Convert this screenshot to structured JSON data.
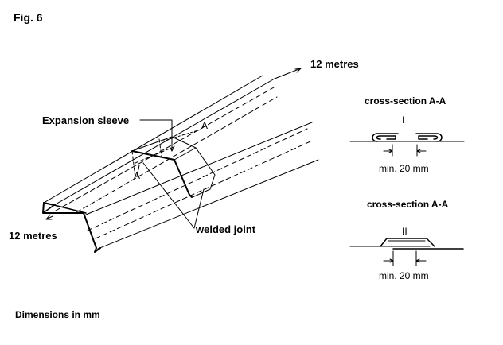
{
  "figure": {
    "label": "Fig. 6"
  },
  "main_view": {
    "length_top": "12 metres",
    "length_left": "12 metres",
    "sleeve_label": "Expansion sleeve",
    "weld_label": "welded joint",
    "section_mark_upper": "A",
    "section_mark_lower": "A"
  },
  "cross_section_1": {
    "title": "cross-section A-A",
    "roman": "I",
    "dimension": "min. 20 mm"
  },
  "cross_section_2": {
    "title": "cross-section A-A",
    "roman": "II",
    "dimension": "min. 20 mm"
  },
  "footer": {
    "note": "Dimensions in mm"
  }
}
